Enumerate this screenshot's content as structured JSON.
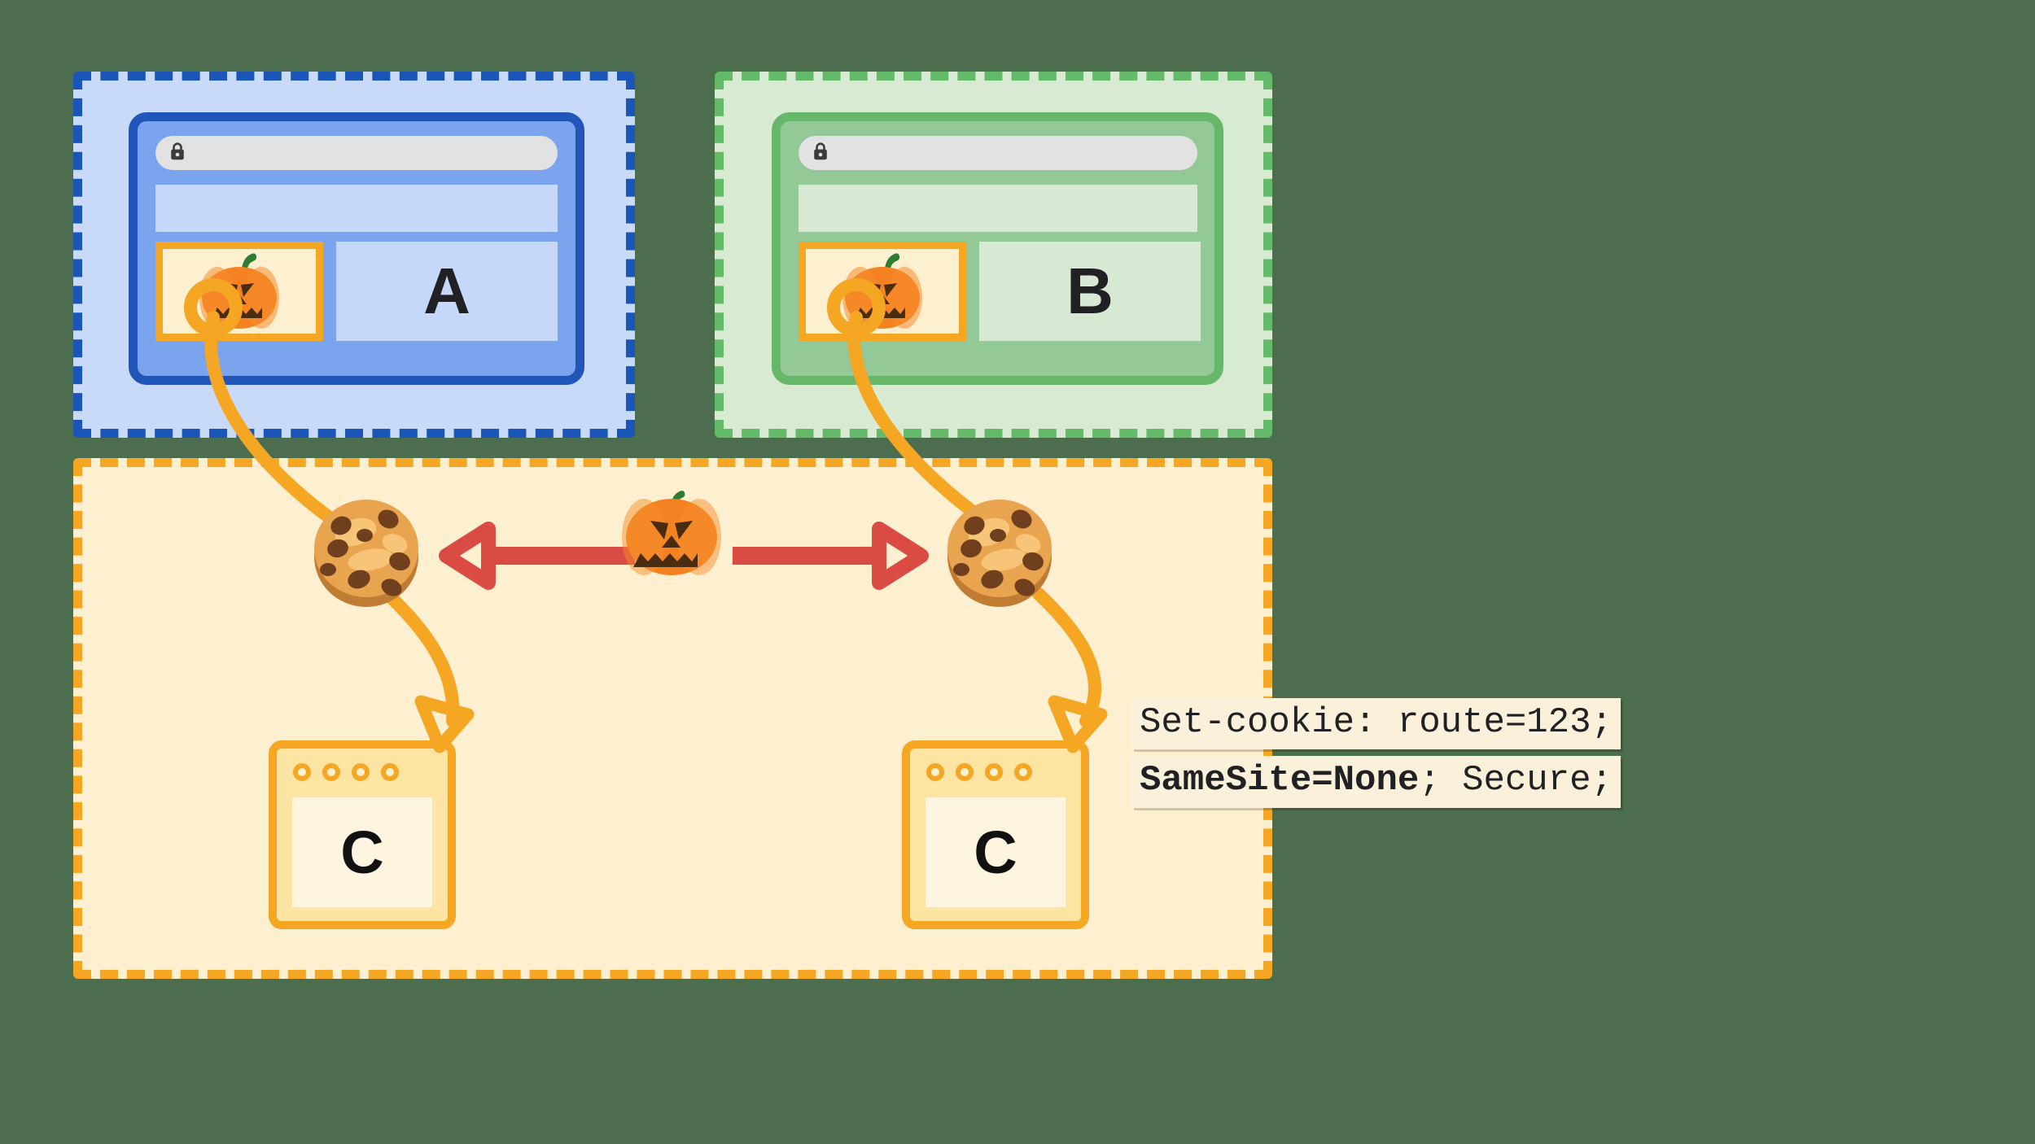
{
  "diagram": {
    "title": "SameSite=None cross-site cookie diagram",
    "colors": {
      "background": "#4c6e4f",
      "context_a_fill": "#c9daf8",
      "context_a_border": "#1a56b8",
      "context_b_fill": "#d9ead3",
      "context_b_border": "#63ba68",
      "context_c_fill": "#fdf0d0",
      "context_c_border": "#f5a623",
      "arrow_red": "#d94b43",
      "arrow_orange": "#f5a623",
      "cookie_body": "#e8a44f",
      "pumpkin_body": "#f58220",
      "pumpkin_stem": "#2e7d32",
      "letter_dark": "#202124"
    }
  },
  "contexts": [
    {
      "id": "a",
      "name": "site-a-context",
      "browser": {
        "url_bar_value": "",
        "lock_icon": "lock-icon",
        "thumbnail_icon": "pumpkin-icon",
        "site_letter": "A"
      }
    },
    {
      "id": "b",
      "name": "site-b-context",
      "browser": {
        "url_bar_value": "",
        "lock_icon": "lock-icon",
        "thumbnail_icon": "pumpkin-icon",
        "site_letter": "B"
      }
    }
  ],
  "third_party": {
    "name": "site-c-context",
    "shared_icon": "pumpkin-icon",
    "cookies": [
      {
        "icon": "cookie-icon",
        "label": "cookie-left"
      },
      {
        "icon": "cookie-icon",
        "label": "cookie-right"
      }
    ],
    "arrow": {
      "icon": "double-headed-arrow-icon",
      "direction": "bidirectional",
      "color": "#d94b43"
    },
    "servers": [
      {
        "letter": "C",
        "dots": 4
      },
      {
        "letter": "C",
        "dots": 4
      }
    ]
  },
  "code_label": {
    "line1": "Set-cookie: route=123;",
    "line2_bold": "SameSite=None",
    "line2_rest": "; Secure;"
  }
}
